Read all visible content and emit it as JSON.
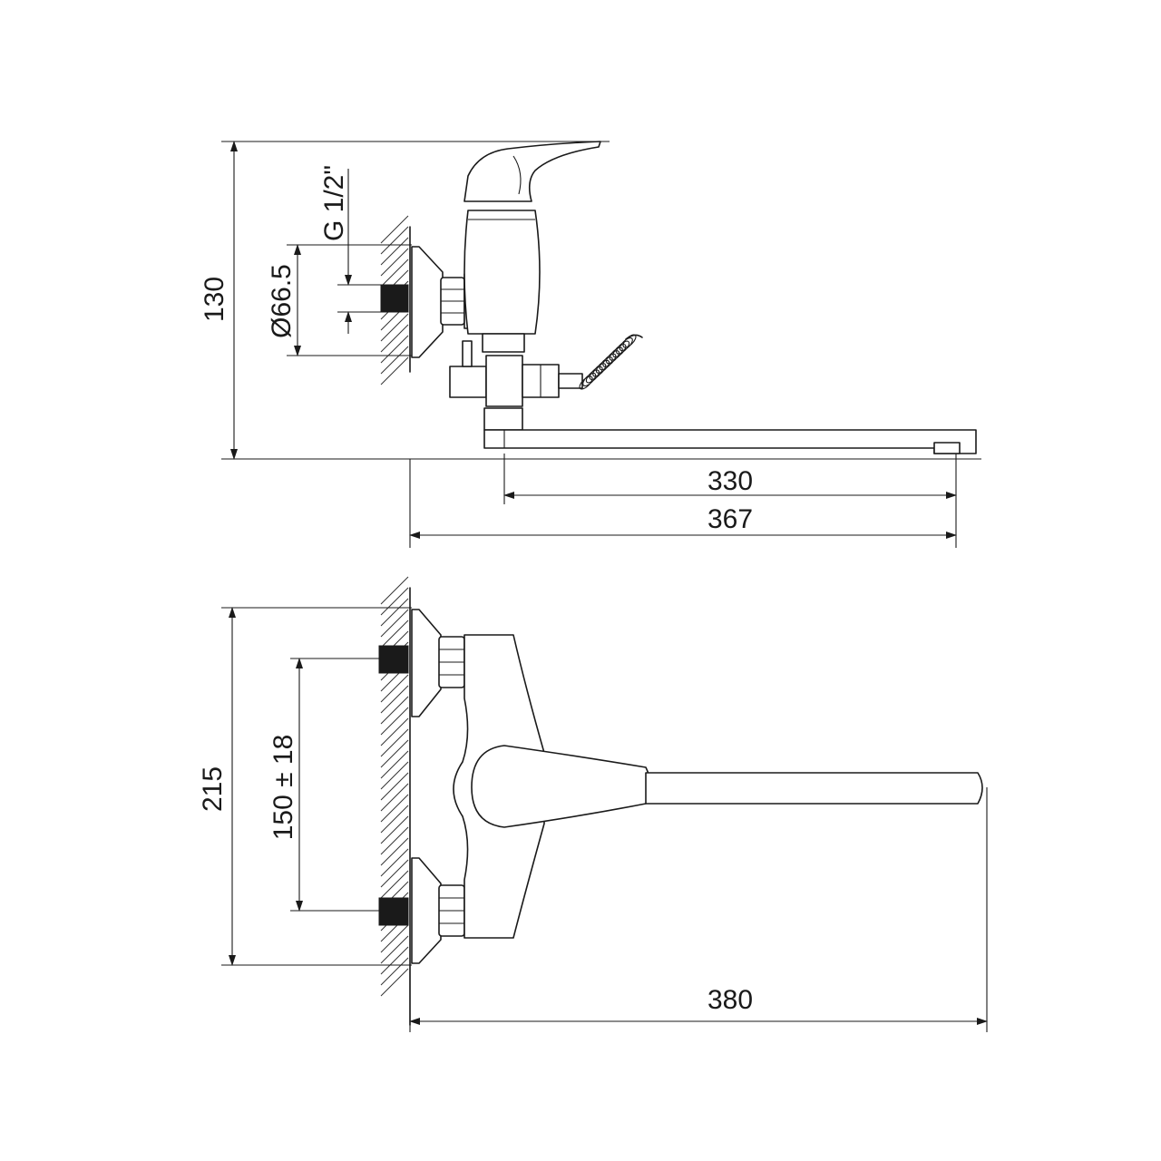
{
  "side_view": {
    "height_label": "130",
    "diameter_label": "Ø66.5",
    "thread_label": "G 1/2\"",
    "spout_reach_label": "330",
    "total_reach_label": "367"
  },
  "top_view": {
    "width_label": "215",
    "centers_label": "150 ± 18",
    "length_label": "380"
  },
  "colors": {
    "line": "#1a1a1a",
    "background": "#ffffff"
  }
}
